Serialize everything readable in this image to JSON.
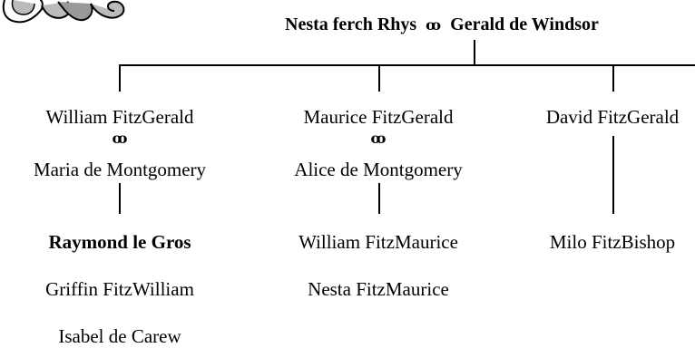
{
  "root": {
    "person1": "Nesta ferch Rhys",
    "marriage_symbol": "ꝏ",
    "person2": "Gerald de Windsor"
  },
  "children": [
    {
      "name": "William FitzGerald",
      "marriage_symbol": "ꝏ",
      "spouse": "Maria de Montgomery",
      "offspring": [
        "Raymond le Gros",
        "Griffin FitzWilliam",
        "Isabel de Carew"
      ],
      "bold_offspring": [
        "Raymond le Gros"
      ]
    },
    {
      "name": "Maurice FitzGerald",
      "marriage_symbol": "ꝏ",
      "spouse": "Alice de Montgomery",
      "offspring": [
        "William FitzMaurice",
        "Nesta FitzMaurice"
      ]
    },
    {
      "name": "David FitzGerald",
      "offspring": [
        "Milo FitzBishop"
      ]
    }
  ]
}
